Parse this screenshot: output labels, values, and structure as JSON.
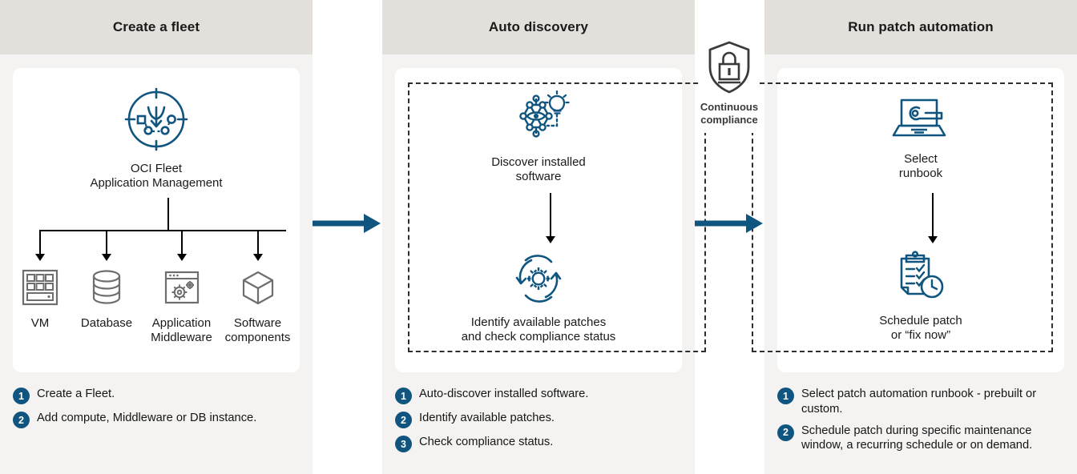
{
  "columns": [
    {
      "id": "create-a-fleet",
      "title": "Create a fleet",
      "hub": {
        "icon": "fleet-target-icon",
        "label": "OCI Fleet\nApplication Management"
      },
      "leaves": [
        {
          "icon": "vm-icon",
          "label": "VM"
        },
        {
          "icon": "database-icon",
          "label": "Database"
        },
        {
          "icon": "application-middleware-icon",
          "label": "Application\nMiddleware"
        },
        {
          "icon": "software-components-icon",
          "label": "Software\ncomponents"
        }
      ],
      "bullets": [
        {
          "num": "1",
          "text": "Create a Fleet."
        },
        {
          "num": "2",
          "text": "Add compute, Middleware or DB instance."
        }
      ]
    },
    {
      "id": "auto-discovery",
      "title": "Auto discovery",
      "nodes": [
        {
          "icon": "discover-software-icon",
          "label": "Discover installed\nsoftware"
        },
        {
          "icon": "patch-refresh-gear-icon",
          "label": "Identify available patches\nand check compliance status"
        }
      ],
      "bullets": [
        {
          "num": "1",
          "text": "Auto-discover installed software."
        },
        {
          "num": "2",
          "text": "Identify available patches."
        },
        {
          "num": "3",
          "text": "Check compliance status."
        }
      ]
    },
    {
      "id": "run-patch-automation",
      "title": "Run patch automation",
      "nodes": [
        {
          "icon": "runbook-laptop-icon",
          "label": "Select\nrunbook"
        },
        {
          "icon": "schedule-clipboard-clock-icon",
          "label": "Schedule patch\nor “fix now”"
        }
      ],
      "bullets": [
        {
          "num": "1",
          "text": "Select patch automation runbook - prebuilt or custom."
        },
        {
          "num": "2",
          "text": "Schedule patch during specific maintenance window, a recurring schedule or on demand."
        }
      ]
    }
  ],
  "badge": {
    "icon": "shield-lock-icon",
    "label": "Continuous\ncompliance"
  },
  "flow_arrows": [
    {
      "name": "arrow-fleet-to-discovery"
    },
    {
      "name": "arrow-discovery-to-automation"
    }
  ],
  "colors": {
    "accent_blue": "#10557f",
    "header_band": "#e3e0dc",
    "column_bg": "#f4f3f1",
    "card_bg": "#ffffff",
    "line_black": "#000000",
    "icon_gray": "#6e6e6e",
    "badge_gray": "#3a3a3a"
  }
}
